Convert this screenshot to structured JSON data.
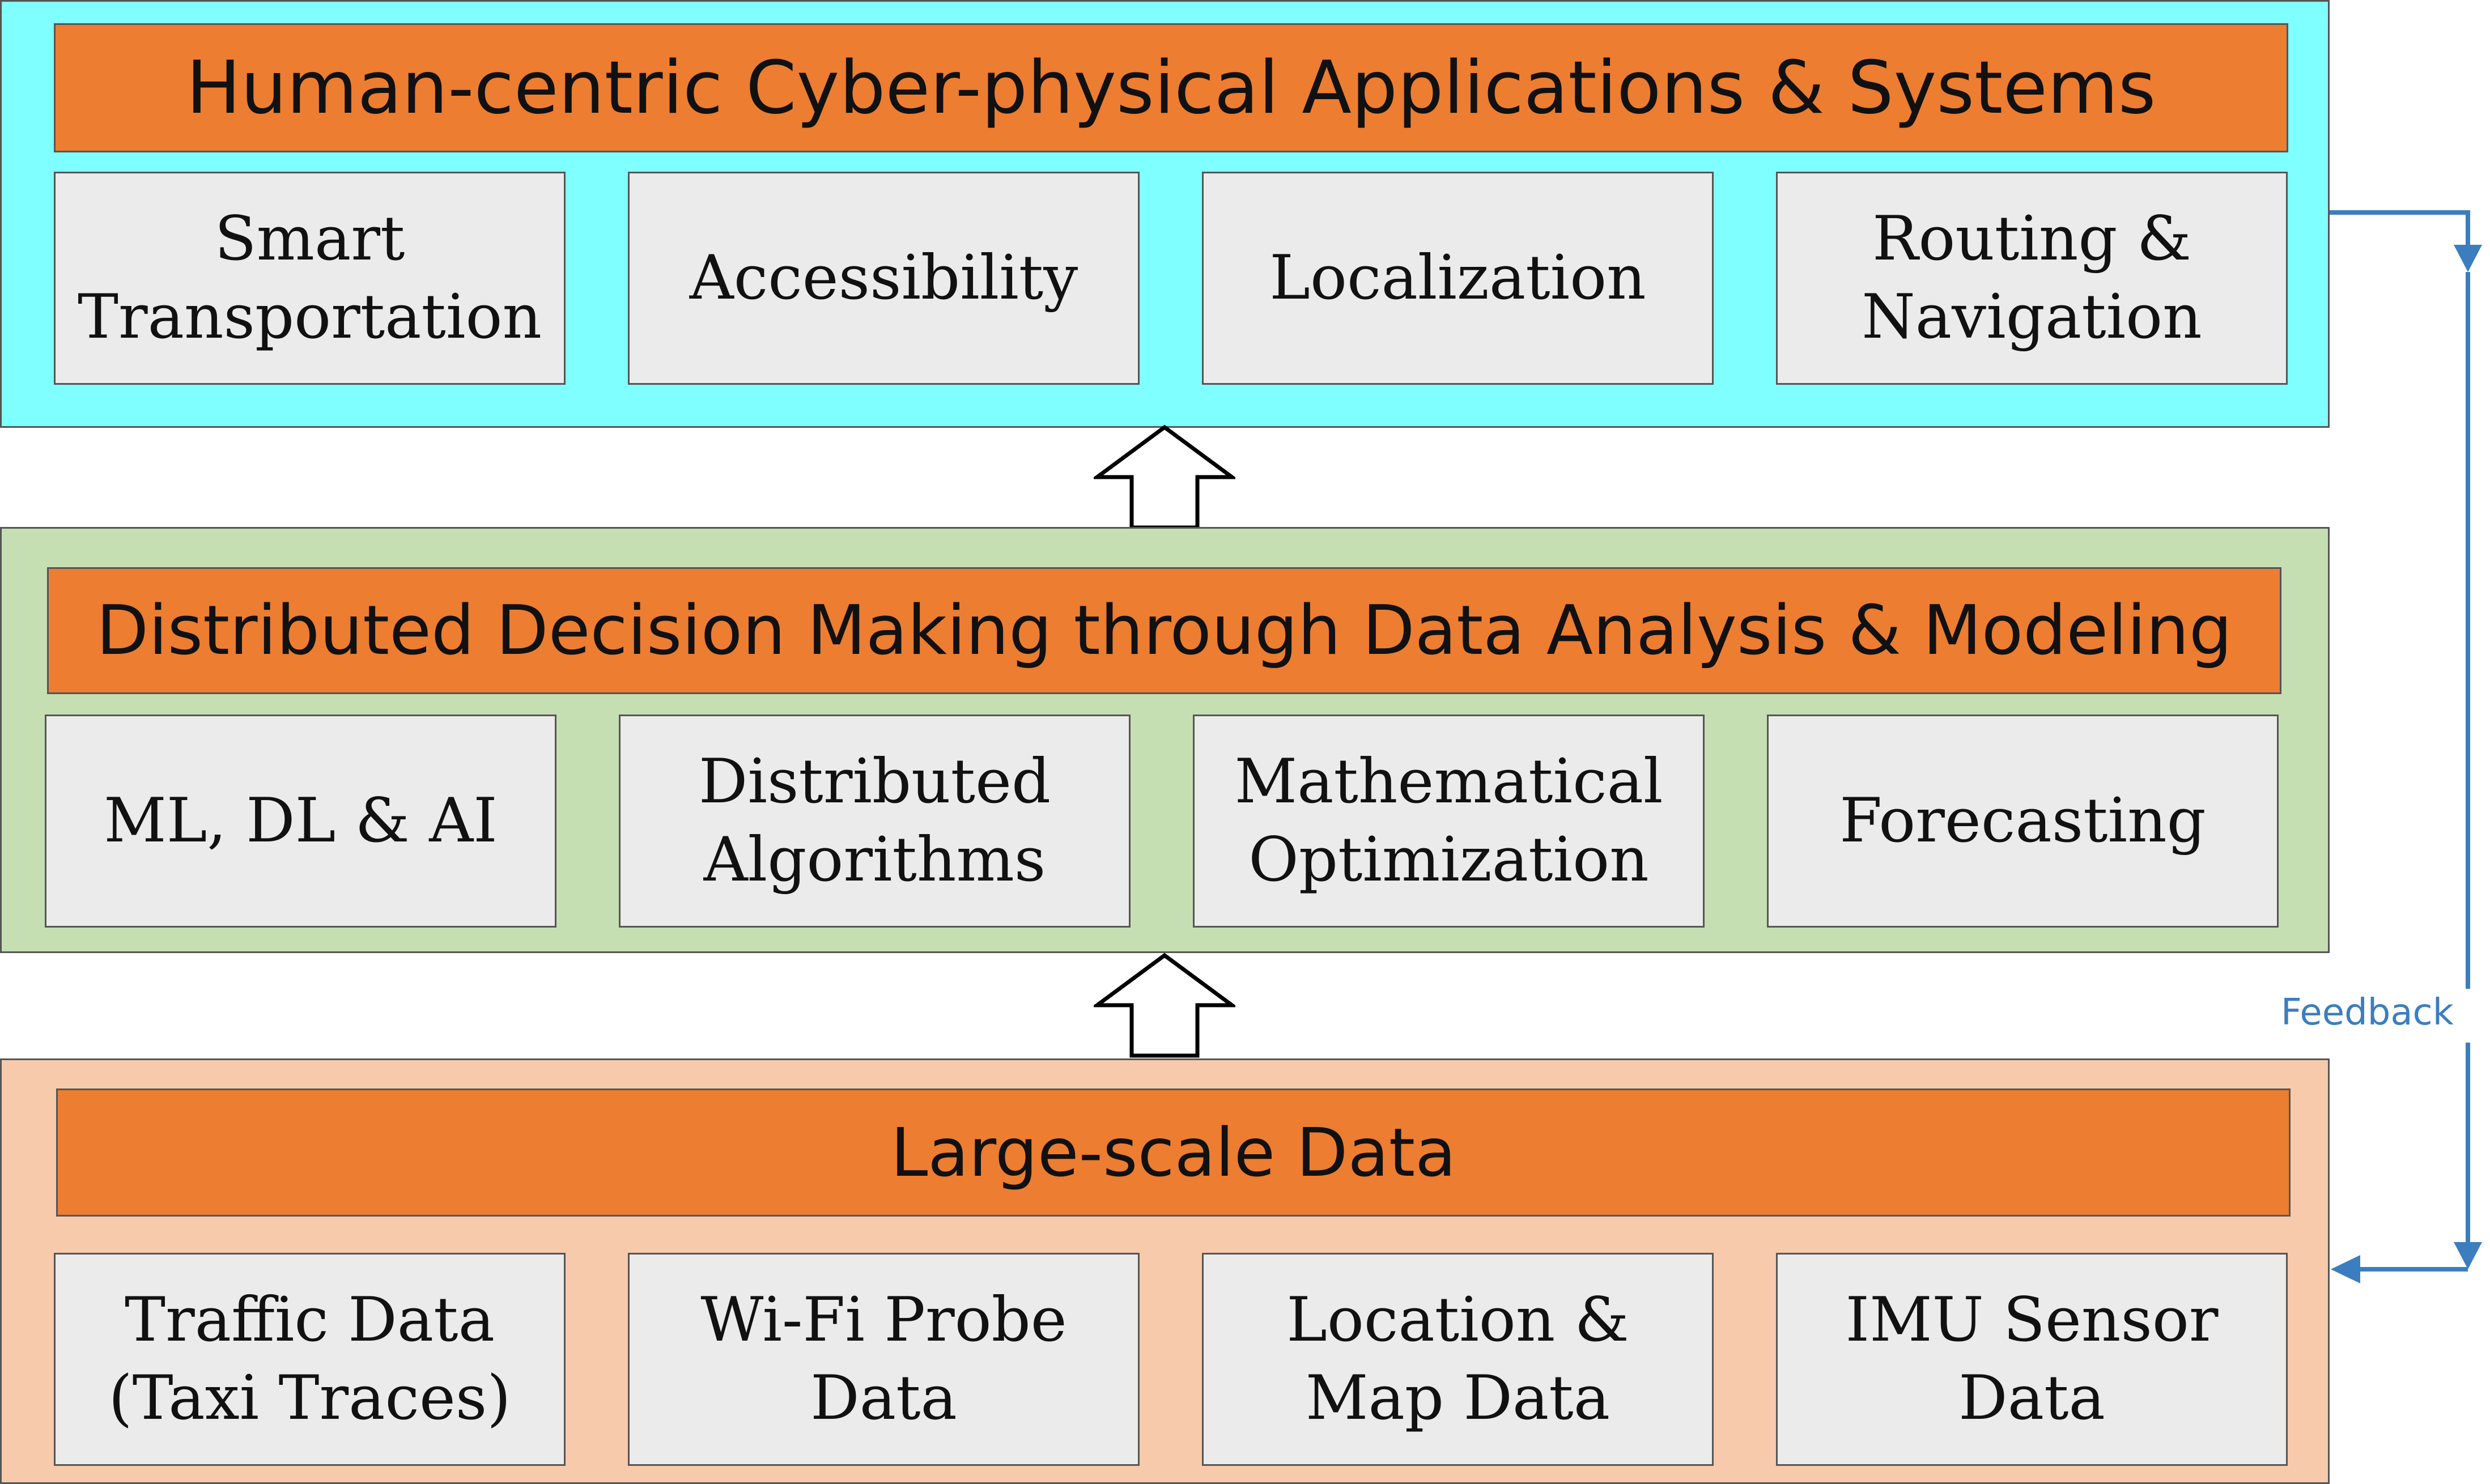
{
  "layers": {
    "top": {
      "title": "Human-centric Cyber-physical Applications & Systems",
      "items": [
        "Smart\nTransportation",
        "Accessibility",
        "Localization",
        "Routing &\nNavigation"
      ]
    },
    "middle": {
      "title": "Distributed Decision Making through Data Analysis & Modeling",
      "items": [
        "ML, DL & AI",
        "Distributed\nAlgorithms",
        "Mathematical\nOptimization",
        "Forecasting"
      ]
    },
    "bottom": {
      "title": "Large-scale Data",
      "items": [
        "Traffic Data\n(Taxi Traces)",
        "Wi-Fi Probe\nData",
        "Location &\nMap Data",
        "IMU Sensor\nData"
      ]
    }
  },
  "feedback": {
    "label": "Feedback"
  },
  "colors": {
    "top_layer_bg": "#7FFFFF",
    "middle_layer_bg": "#C5DFB3",
    "bottom_layer_bg": "#F7CAAB",
    "header_bg": "#ED7D31",
    "item_bg": "#EBEBEB",
    "feedback_line": "#3A7EC0"
  }
}
